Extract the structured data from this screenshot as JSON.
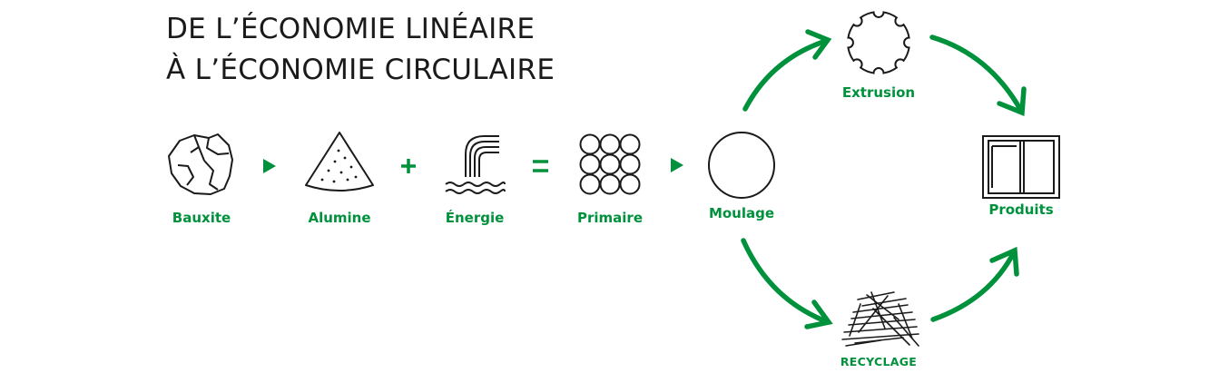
{
  "title": {
    "line1": "DE L’ÉCONOMIE LINÉAIRE",
    "line2": "À L’ÉCONOMIE CIRCULAIRE"
  },
  "steps": {
    "bauxite": "Bauxite",
    "alumine": "Alumine",
    "energie": "Énergie",
    "primaire": "Primaire",
    "moulage": "Moulage",
    "extrusion": "Extrusion",
    "produits": "Produits",
    "recyclage": "RECYCLAGE"
  },
  "operators": {
    "plus": "+",
    "equals": "="
  },
  "colors": {
    "accent": "#00913c",
    "ink": "#1a1a1a"
  },
  "icons": [
    "rock-icon",
    "pile-icon",
    "waterfall-icon",
    "circles-icon",
    "circle-icon",
    "gear-icon",
    "window-icon",
    "scrap-icon"
  ]
}
